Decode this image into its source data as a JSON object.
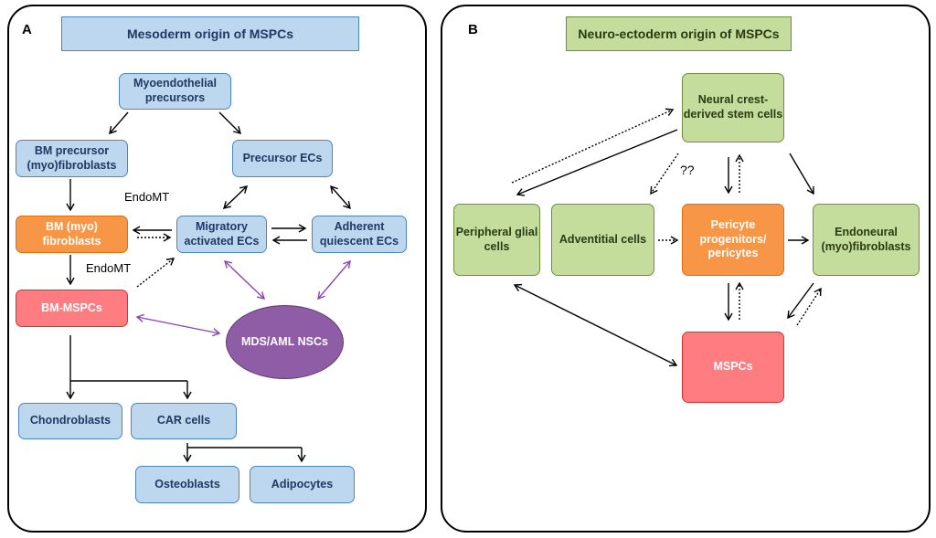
{
  "panel_a": {
    "letter": "A",
    "title": "Mesoderm origin of MSPCs",
    "nodes": {
      "myoendothelial": "Myoendothelial precursors",
      "bm_precursor": "BM precursor (myo)fibroblasts",
      "precursor_ecs": "Precursor ECs",
      "bm_myo_fibroblasts": "BM (myo) fibroblasts",
      "migratory_ecs": "Migratory activated ECs",
      "adherent_ecs": "Adherent quiescent ECs",
      "bm_mspcs": "BM-MSPCs",
      "mds_aml": "MDS/AML NSCs",
      "chondroblasts": "Chondroblasts",
      "car_cells": "CAR cells",
      "osteoblasts": "Osteoblasts",
      "adipocytes": "Adipocytes"
    },
    "labels": {
      "endomt_1": "EndoMT",
      "endomt_2": "EndoMT"
    }
  },
  "panel_b": {
    "letter": "B",
    "title": "Neuro-ectoderm origin of MSPCs",
    "nodes": {
      "neural_crest": "Neural crest-derived stem cells",
      "peripheral_glial": "Peripheral glial cells",
      "adventitial": "Adventitial cells",
      "pericyte": "Pericyte progenitors/ pericytes",
      "endoneural": "Endoneural (myo)fibroblasts",
      "mspcs": "MSPCs"
    },
    "labels": {
      "question": "??"
    }
  },
  "colors": {
    "blue_fill": "#bdd7ee",
    "orange_fill": "#f79646",
    "red_fill": "#ff7c80",
    "green_fill": "#c4dc9c",
    "purple_fill": "#8e5da6",
    "purple_arrow": "#8e44ad"
  }
}
